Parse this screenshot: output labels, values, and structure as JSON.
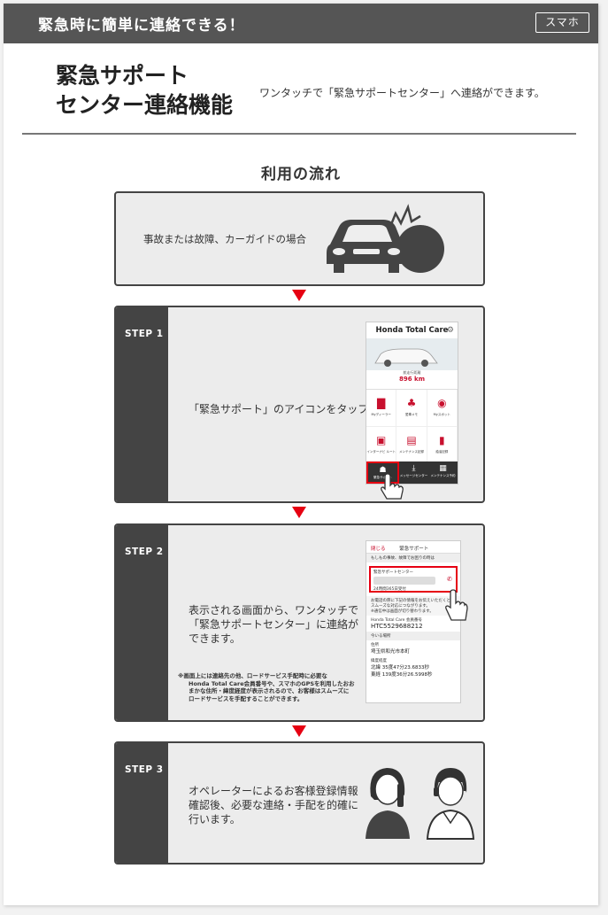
{
  "banner": {
    "title": "緊急時に簡単に連絡できる！",
    "tag": "スマホ"
  },
  "header": {
    "title_line1": "緊急サポート",
    "title_line2": "センター連絡機能",
    "subtitle": "ワンタッチで「緊急サポートセンター」へ連絡ができます。"
  },
  "flow": {
    "title": "利用の流れ",
    "case_text": "事故または故障、カーガイドの場合",
    "steps": [
      {
        "label": "STEP 1",
        "text": "「緊急サポート」のアイコンをタップ。"
      },
      {
        "label": "STEP 2",
        "text_lines": [
          "表示される画面から、ワンタッチで",
          "「緊急サポートセンター」に連絡が",
          "できます。"
        ],
        "note_lines": [
          "※画面上には連絡先の他、ロードサービス手配時に必要な",
          "Honda Total Care会員番号や、スマホのGPSを利用したおお",
          "まかな住所・緯度経度が表示されるので、お客様はスムーズに",
          "ロードサービスを手配することができます。"
        ]
      },
      {
        "label": "STEP 3",
        "text_lines": [
          "オペレーターによるお客様登録情報",
          "確認後、必要な連絡・手配を的確に",
          "行います。"
        ]
      }
    ]
  },
  "phone1": {
    "app_title": "Honda Total Care",
    "distance_label": "航走行距離",
    "distance_value": "896 km",
    "grid": [
      "Myディーラー",
      "愛車メモ",
      "Myスポット",
      "インターナビ ルート",
      "メンテナンス記録",
      "給油記録"
    ],
    "footer": [
      "緊急サポート",
      "メッセージセンター",
      "メンテナンス予約"
    ],
    "icons": {
      "grid": [
        "dealer-icon",
        "memo-icon",
        "spot-icon",
        "route-icon",
        "maintenance-icon",
        "fuel-icon"
      ],
      "footer": [
        "person-icon",
        "download-icon",
        "calendar-icon"
      ]
    }
  },
  "phone2": {
    "close": "閉じる",
    "title": "緊急サポート",
    "trouble_header": "もしもの事故、故障でお困りの時は",
    "center_label": "緊急サポートセンター",
    "center_hours": "24時間365日受付",
    "instruction_lines": [
      "お電話の際に下記の情報をお伝えいただくと",
      "スムーズな対応につながります。",
      "※通信中は画面が切り替わります。"
    ],
    "member_label": "Honda Total Care 会員番号",
    "member_no": "HTC5529688212",
    "location_header": "今いる場所",
    "address_label": "住所",
    "address": "埼玉県和光市本町",
    "coords_label": "緯度経度",
    "lat": "北緯 35度47分23.6833秒",
    "lon": "東経 139度36分26.5998秒"
  },
  "colors": {
    "accent": "#e60012",
    "dark": "#444444",
    "panel": "#ececec"
  }
}
